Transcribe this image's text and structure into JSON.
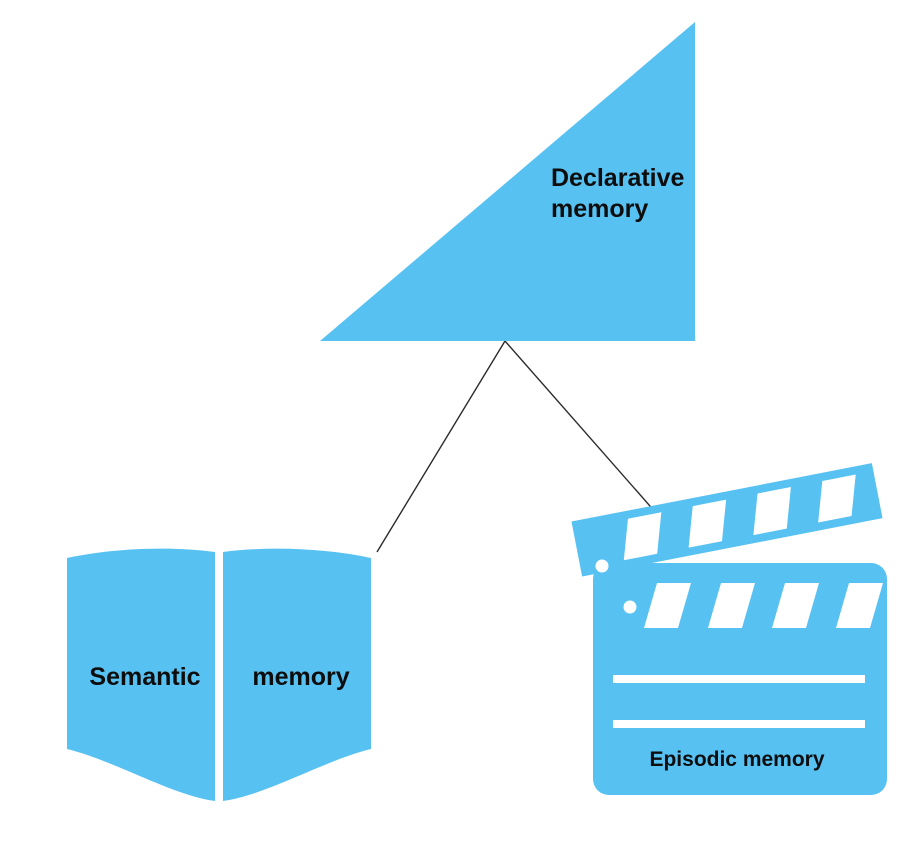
{
  "colors": {
    "shape": "#57C1F2",
    "connector": "#2b2b2b",
    "label": "#0d0d0d",
    "background": "#ffffff"
  },
  "nodes": {
    "declarative": {
      "line1": "Declarative",
      "line2": "memory"
    },
    "semantic": {
      "word1": "Semantic",
      "word2": "memory"
    },
    "episodic": {
      "label": "Episodic memory"
    }
  }
}
